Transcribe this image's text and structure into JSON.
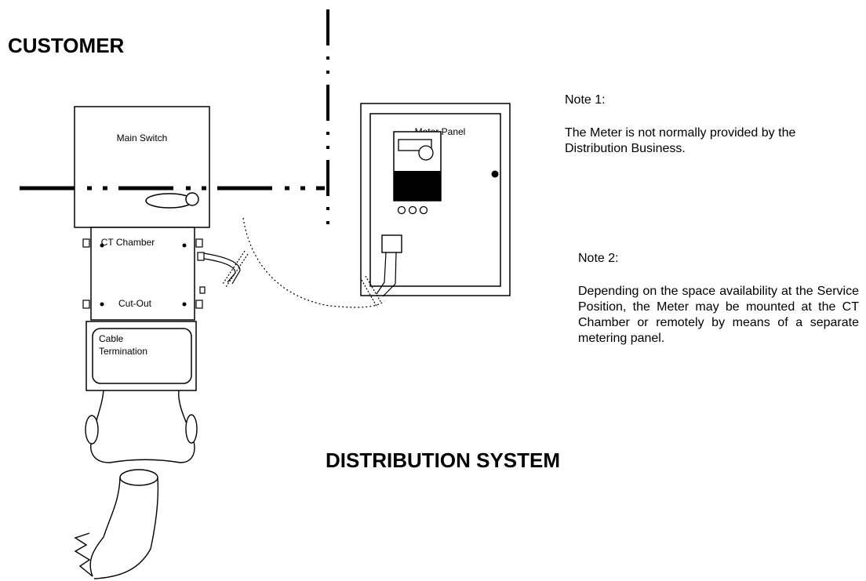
{
  "labels": {
    "customer": "CUSTOMER",
    "distribution_system": "DISTRIBUTION SYSTEM",
    "main_switch": "Main Switch",
    "ct_chamber": "CT Chamber",
    "cut_out": "Cut-Out",
    "cable_termination_line1": "Cable",
    "cable_termination_line2": "Termination",
    "meter_panel": "Meter Panel"
  },
  "notes": {
    "note1_title": "Note 1:",
    "note1_text": "The Meter is not normally provided by the Distribution Business.",
    "note2_title": "Note 2:",
    "note2_text": "Depending on the space availability at the Service Position, the Meter may be mounted at the CT Chamber or remotely by means of a separate metering panel."
  }
}
